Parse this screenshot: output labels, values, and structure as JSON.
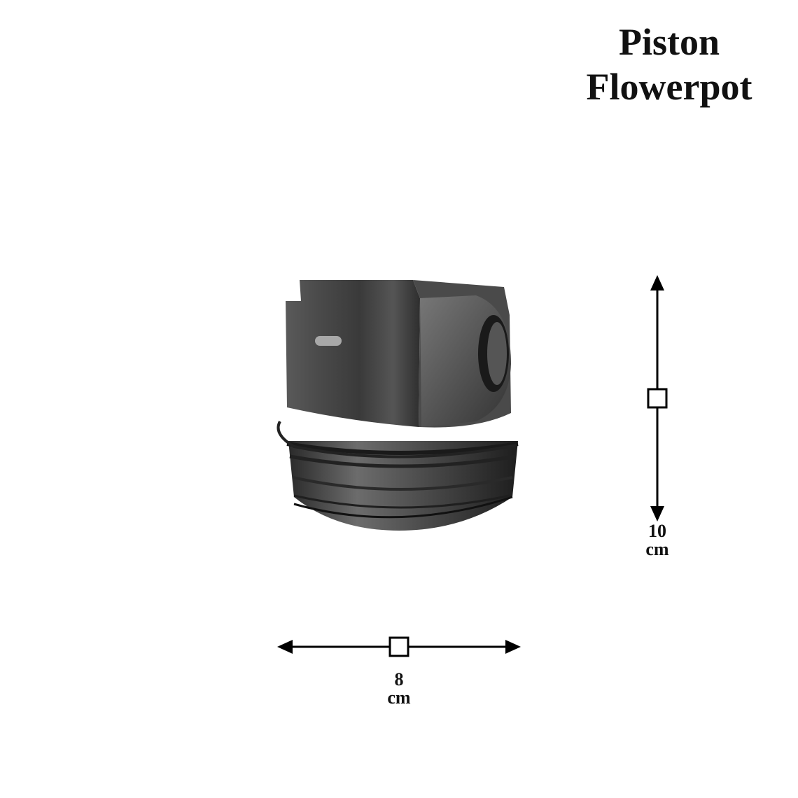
{
  "title": {
    "line1": "Piston",
    "line2": "Flowerpot"
  },
  "dimensions": {
    "width": {
      "value": "8",
      "unit": "cm"
    },
    "height": {
      "value": "10",
      "unit": "cm"
    }
  },
  "colors": {
    "background": "#ffffff",
    "text": "#111111",
    "metal_dark": "#3a3a3a",
    "metal_light": "#8a8a8a"
  }
}
